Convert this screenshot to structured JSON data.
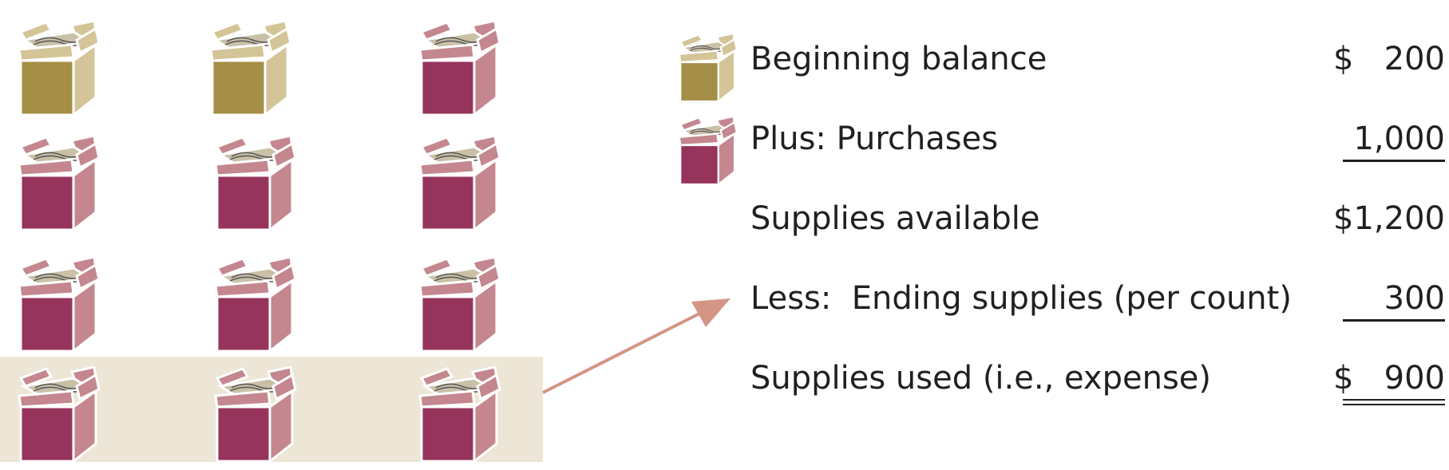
{
  "colors": {
    "beginning_box_front": "#a58e45",
    "beginning_box_side": "#d3c597",
    "purchase_box_front": "#96345b",
    "purchase_box_side": "#c4878f",
    "highlight_band": "#ede6d6",
    "arrow": "#d49584",
    "text": "#231f20"
  },
  "icons": {
    "beginning": "supply-box-gold-icon",
    "purchase": "supply-box-maroon-icon"
  },
  "ledger": {
    "rows": [
      {
        "label": "Beginning balance",
        "amount": "$   200"
      },
      {
        "label": "Plus: Purchases",
        "amount": "1,000"
      },
      {
        "label": "Supplies available",
        "amount": "$1,200"
      },
      {
        "label": "Less:  Ending supplies (per count)",
        "amount": "300"
      },
      {
        "label": "Supplies used (i.e., expense)",
        "amount": "$   900"
      }
    ]
  }
}
